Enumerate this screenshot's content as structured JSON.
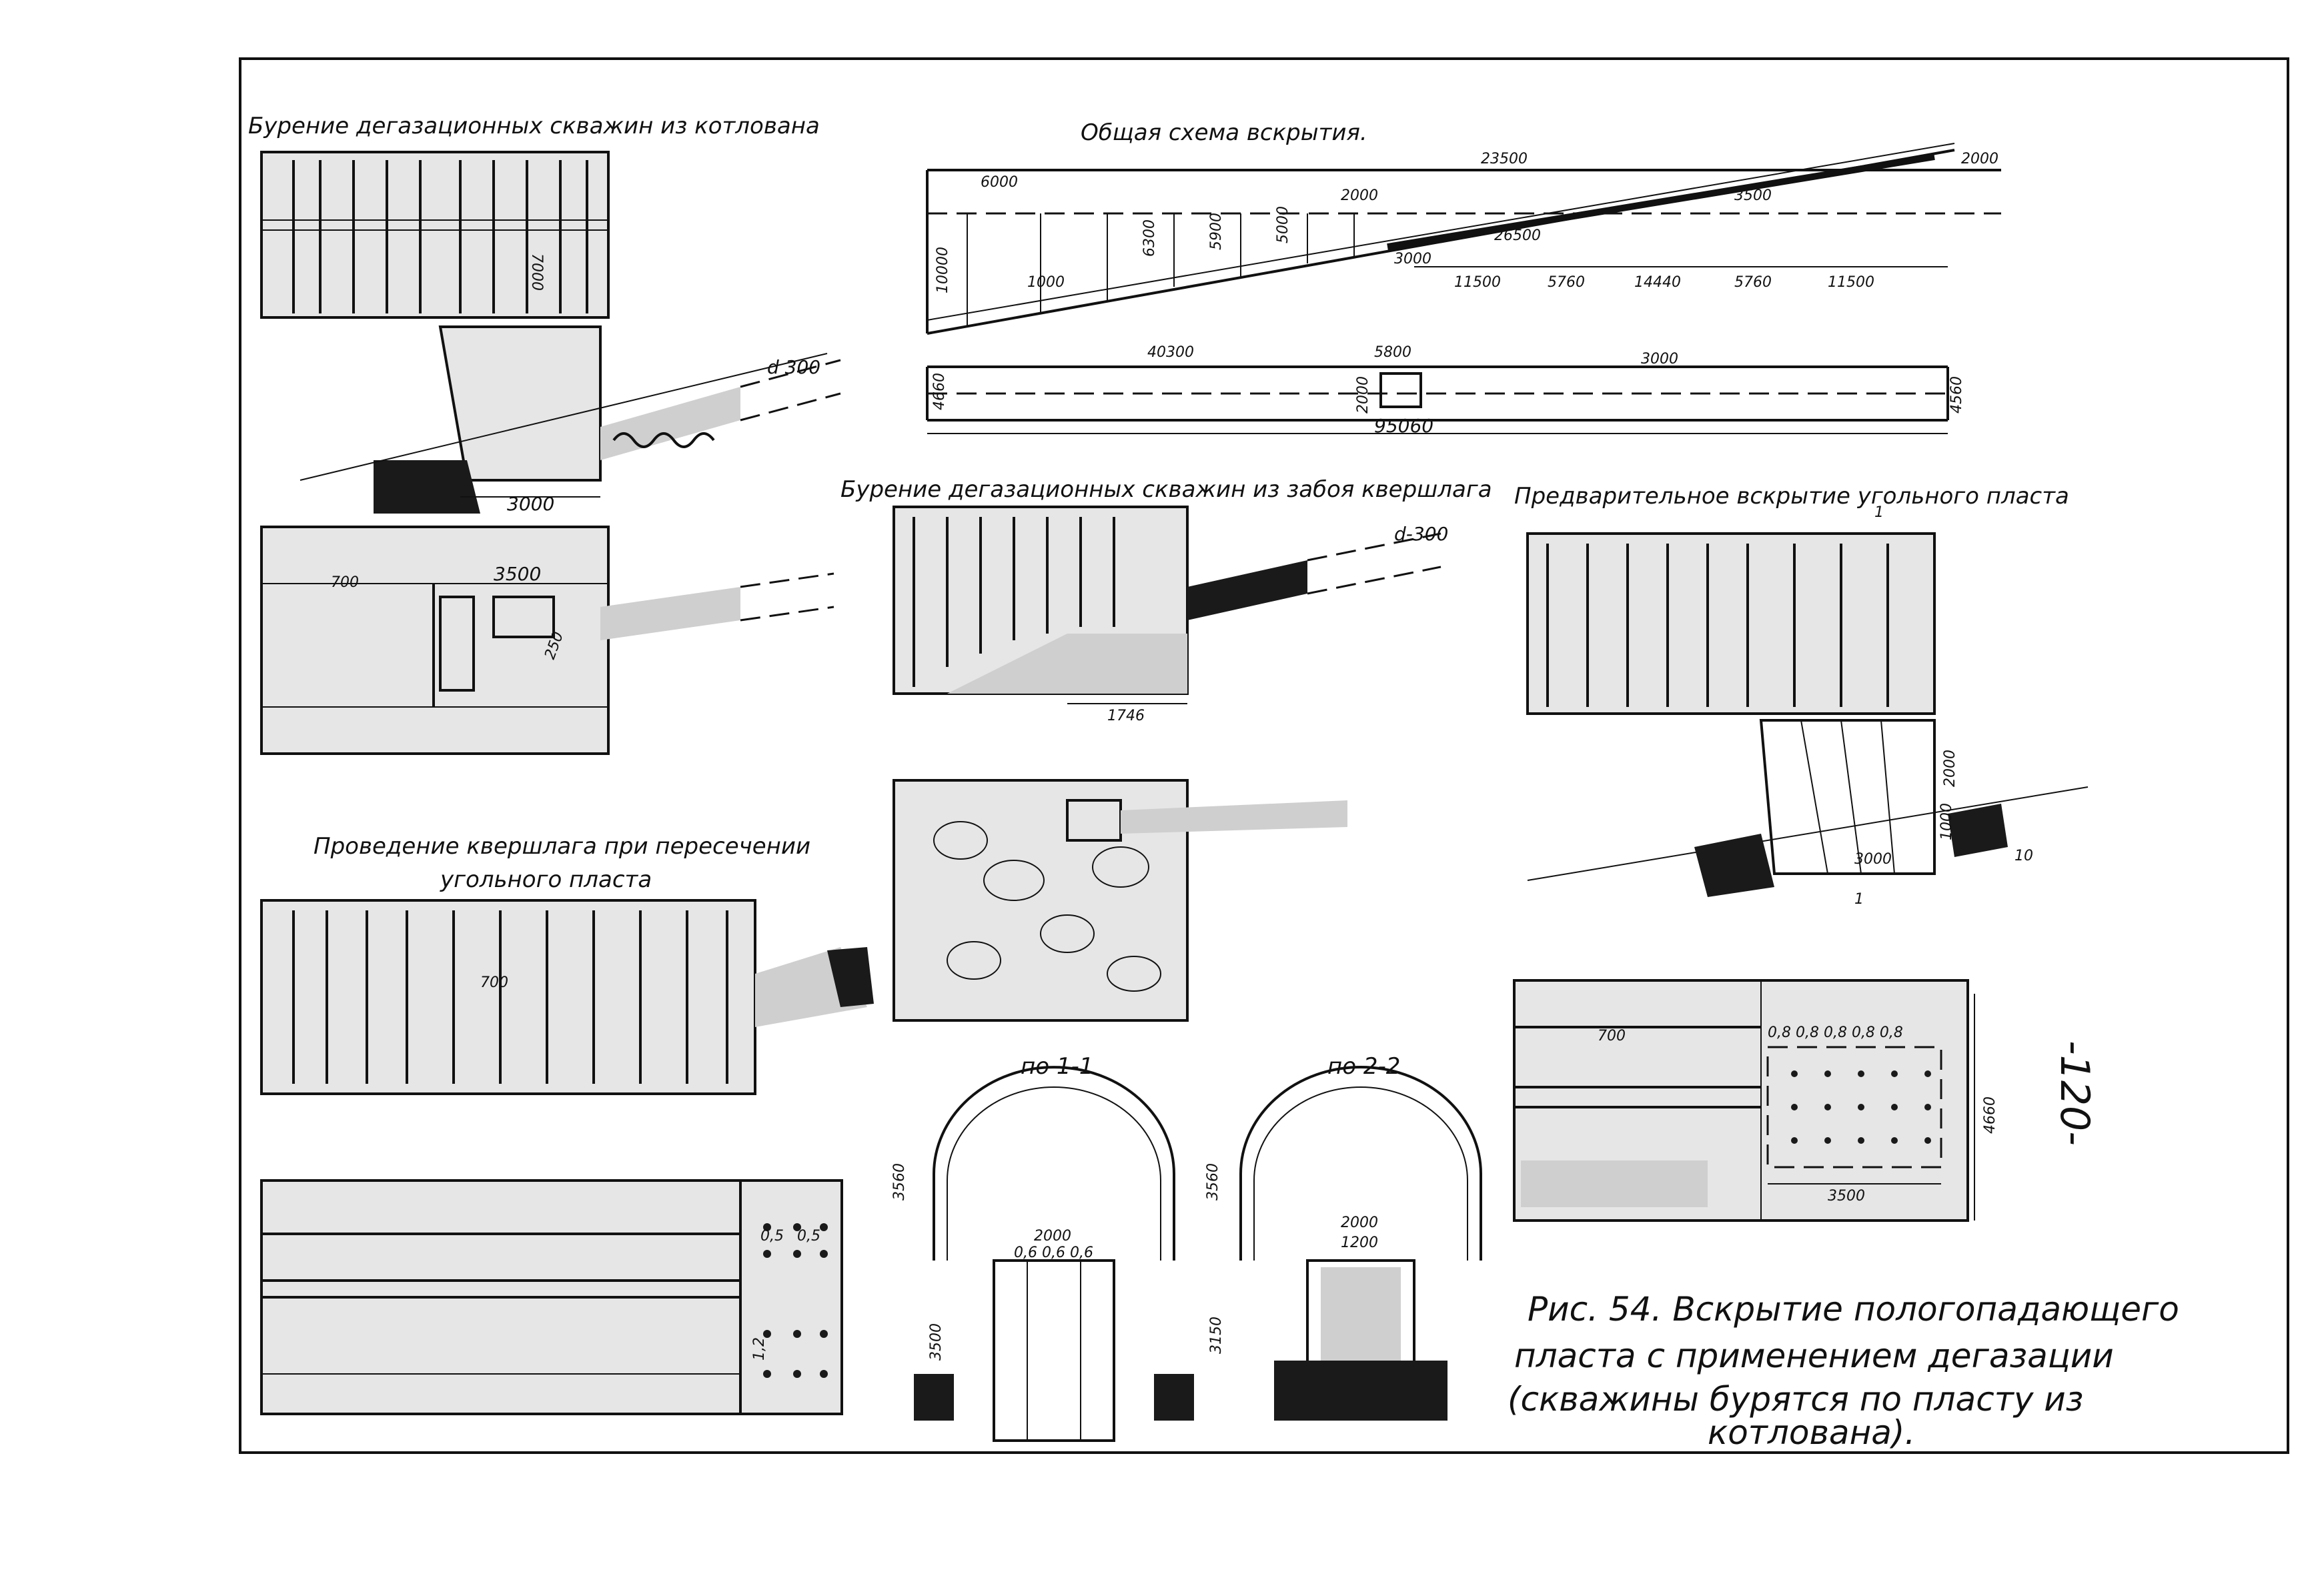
{
  "titles": {
    "t_pit_drilling": "Бурение дегазационных скважин из котлована",
    "t_general": "Общая схема вскрытия.",
    "t_face_drilling": "Бурение дегазационных скважин из забоя квершлага",
    "t_preliminary": "Предварительное вскрытие угольного пласта",
    "t_crosscut_1": "Проведение квершлага при пересечении",
    "t_crosscut_2": "угольного пласта",
    "t_section_1": "по 1-1",
    "t_section_2": "по 2-2"
  },
  "caption": {
    "line1": "Рис. 54. Вскрытие пологопадающего",
    "line2": "пласта с применением дегазации",
    "line3": "(скважины бурятся по пласту из",
    "line4": "котлована)."
  },
  "page_number": "-120-",
  "dims": {
    "pit_3000": "3000",
    "pit_d300": "d 300",
    "pit_7000": "7000",
    "plan_3500": "3500",
    "plan_700": "700",
    "plan_250": "250",
    "gen_23500": "23500",
    "gen_3500": "3500",
    "gen_2000a": "2000",
    "gen_2000b": "2000",
    "gen_26500": "26500",
    "gen_3000": "3000",
    "gen_1000": "1000",
    "gen_6000a": "6000",
    "gen_6300": "6300",
    "gen_5900": "5900",
    "gen_5000": "5000",
    "gen_10000": "10000",
    "gen_11500a": "11500",
    "gen_5760a": "5760",
    "gen_14440": "14440",
    "gen_5760b": "5760",
    "gen_11500b": "11500",
    "gen_40300": "40300",
    "gen_5800": "5800",
    "gen_3000b": "3000",
    "gen_4660": "4660",
    "gen_2000c": "2000",
    "gen_95060": "95060",
    "gen_4560": "4560",
    "face_d300": "d-300",
    "face_1746": "1746",
    "pre_2000": "2000",
    "pre_1000": "1000",
    "pre_3000": "3000",
    "pre_10": "10",
    "pre_mark1": "1",
    "pre_mark2": "1",
    "cc_700": "700",
    "dr_05a": "0,5",
    "dr_05b": "0,5",
    "dr_12": "1,2",
    "s1_3560": "3560",
    "s1_2000": "2000",
    "s1_small": "0,6  0,6  0,6",
    "s1_3500": "3500",
    "s2_3560": "3560",
    "s2_2000": "2000",
    "s2_1200": "1200",
    "s2_3150": "3150",
    "rp_700": "700",
    "rp_spacing": "0,8  0,8  0,8  0,8  0,8",
    "rp_3500": "3500",
    "rp_4660": "4660"
  }
}
